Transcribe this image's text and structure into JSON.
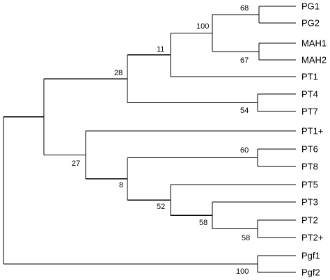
{
  "tree": {
    "leaves": [
      {
        "id": "pg1",
        "label": "PG1"
      },
      {
        "id": "pg2",
        "label": "PG2"
      },
      {
        "id": "mah1",
        "label": "MAH1"
      },
      {
        "id": "mah2",
        "label": "MAH2"
      },
      {
        "id": "pt1",
        "label": "PT1"
      },
      {
        "id": "pt4",
        "label": "PT4"
      },
      {
        "id": "pt7",
        "label": "PT7"
      },
      {
        "id": "pt1plus",
        "label": "PT1+"
      },
      {
        "id": "pt6",
        "label": "PT6"
      },
      {
        "id": "pt8",
        "label": "PT8"
      },
      {
        "id": "pt5",
        "label": "PT5"
      },
      {
        "id": "pt3",
        "label": "PT3"
      },
      {
        "id": "pt2",
        "label": "PT2"
      },
      {
        "id": "pt2plus",
        "label": "PT2+"
      },
      {
        "id": "pgf1",
        "label": "Pgf1"
      },
      {
        "id": "pgf2",
        "label": "Pgf2"
      }
    ],
    "support_values": {
      "pg_clade": "68",
      "mah_clade": "67",
      "pg_mah_clade": "100",
      "pg_mah_pt1_clade": "11",
      "pt4_pt7_clade": "54",
      "upper_group": "28",
      "pt6_pt8_clade": "60",
      "pt2_pt2plus_clade": "58",
      "pt3_pt2_clade": "58",
      "pt5_pt3_clade": "52",
      "pt6_pt5_clade": "8",
      "pt1plus_clade": "27",
      "pgf_clade": "100"
    }
  }
}
